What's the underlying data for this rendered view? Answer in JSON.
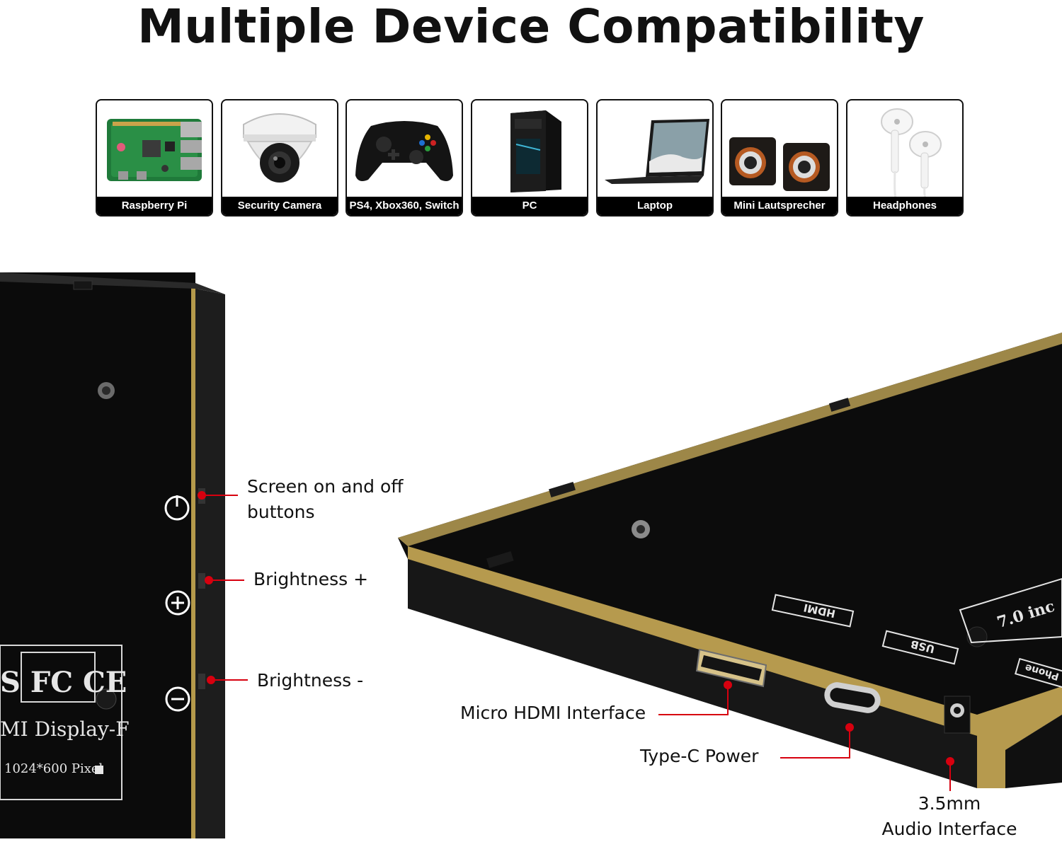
{
  "title": "Multiple Device Compatibility",
  "devices": [
    {
      "label": "Raspberry Pi",
      "icon": "raspberry-pi-board-icon"
    },
    {
      "label": "Security Camera",
      "icon": "dome-camera-icon"
    },
    {
      "label": "PS4, Xbox360, Switch",
      "icon": "gamepad-icon"
    },
    {
      "label": "PC",
      "icon": "pc-tower-icon"
    },
    {
      "label": "Laptop",
      "icon": "laptop-icon"
    },
    {
      "label": "Mini Lautsprecher",
      "icon": "speakers-icon"
    },
    {
      "label": "Headphones",
      "icon": "earphones-icon"
    }
  ],
  "board_left": {
    "cert_marks": "S  FC  CE",
    "model_text": "MI Display-F",
    "resolution_text": "1024*600 Pixel"
  },
  "board_right": {
    "port_labels": [
      "HDMI",
      "USB",
      "Phone"
    ],
    "size_text": "7.0 inc"
  },
  "callouts": {
    "screen_toggle_line1": "Screen on and off",
    "screen_toggle_line2": "buttons",
    "brightness_up": "Brightness +",
    "brightness_down": "Brightness -",
    "micro_hdmi": "Micro HDMI Interface",
    "typec_power": "Type-C  Power",
    "audio_line1": "3.5mm",
    "audio_line2": "Audio Interface"
  },
  "colors": {
    "accent": "#d7000f",
    "board": "#0c0c0c",
    "label_bg": "#000000"
  }
}
